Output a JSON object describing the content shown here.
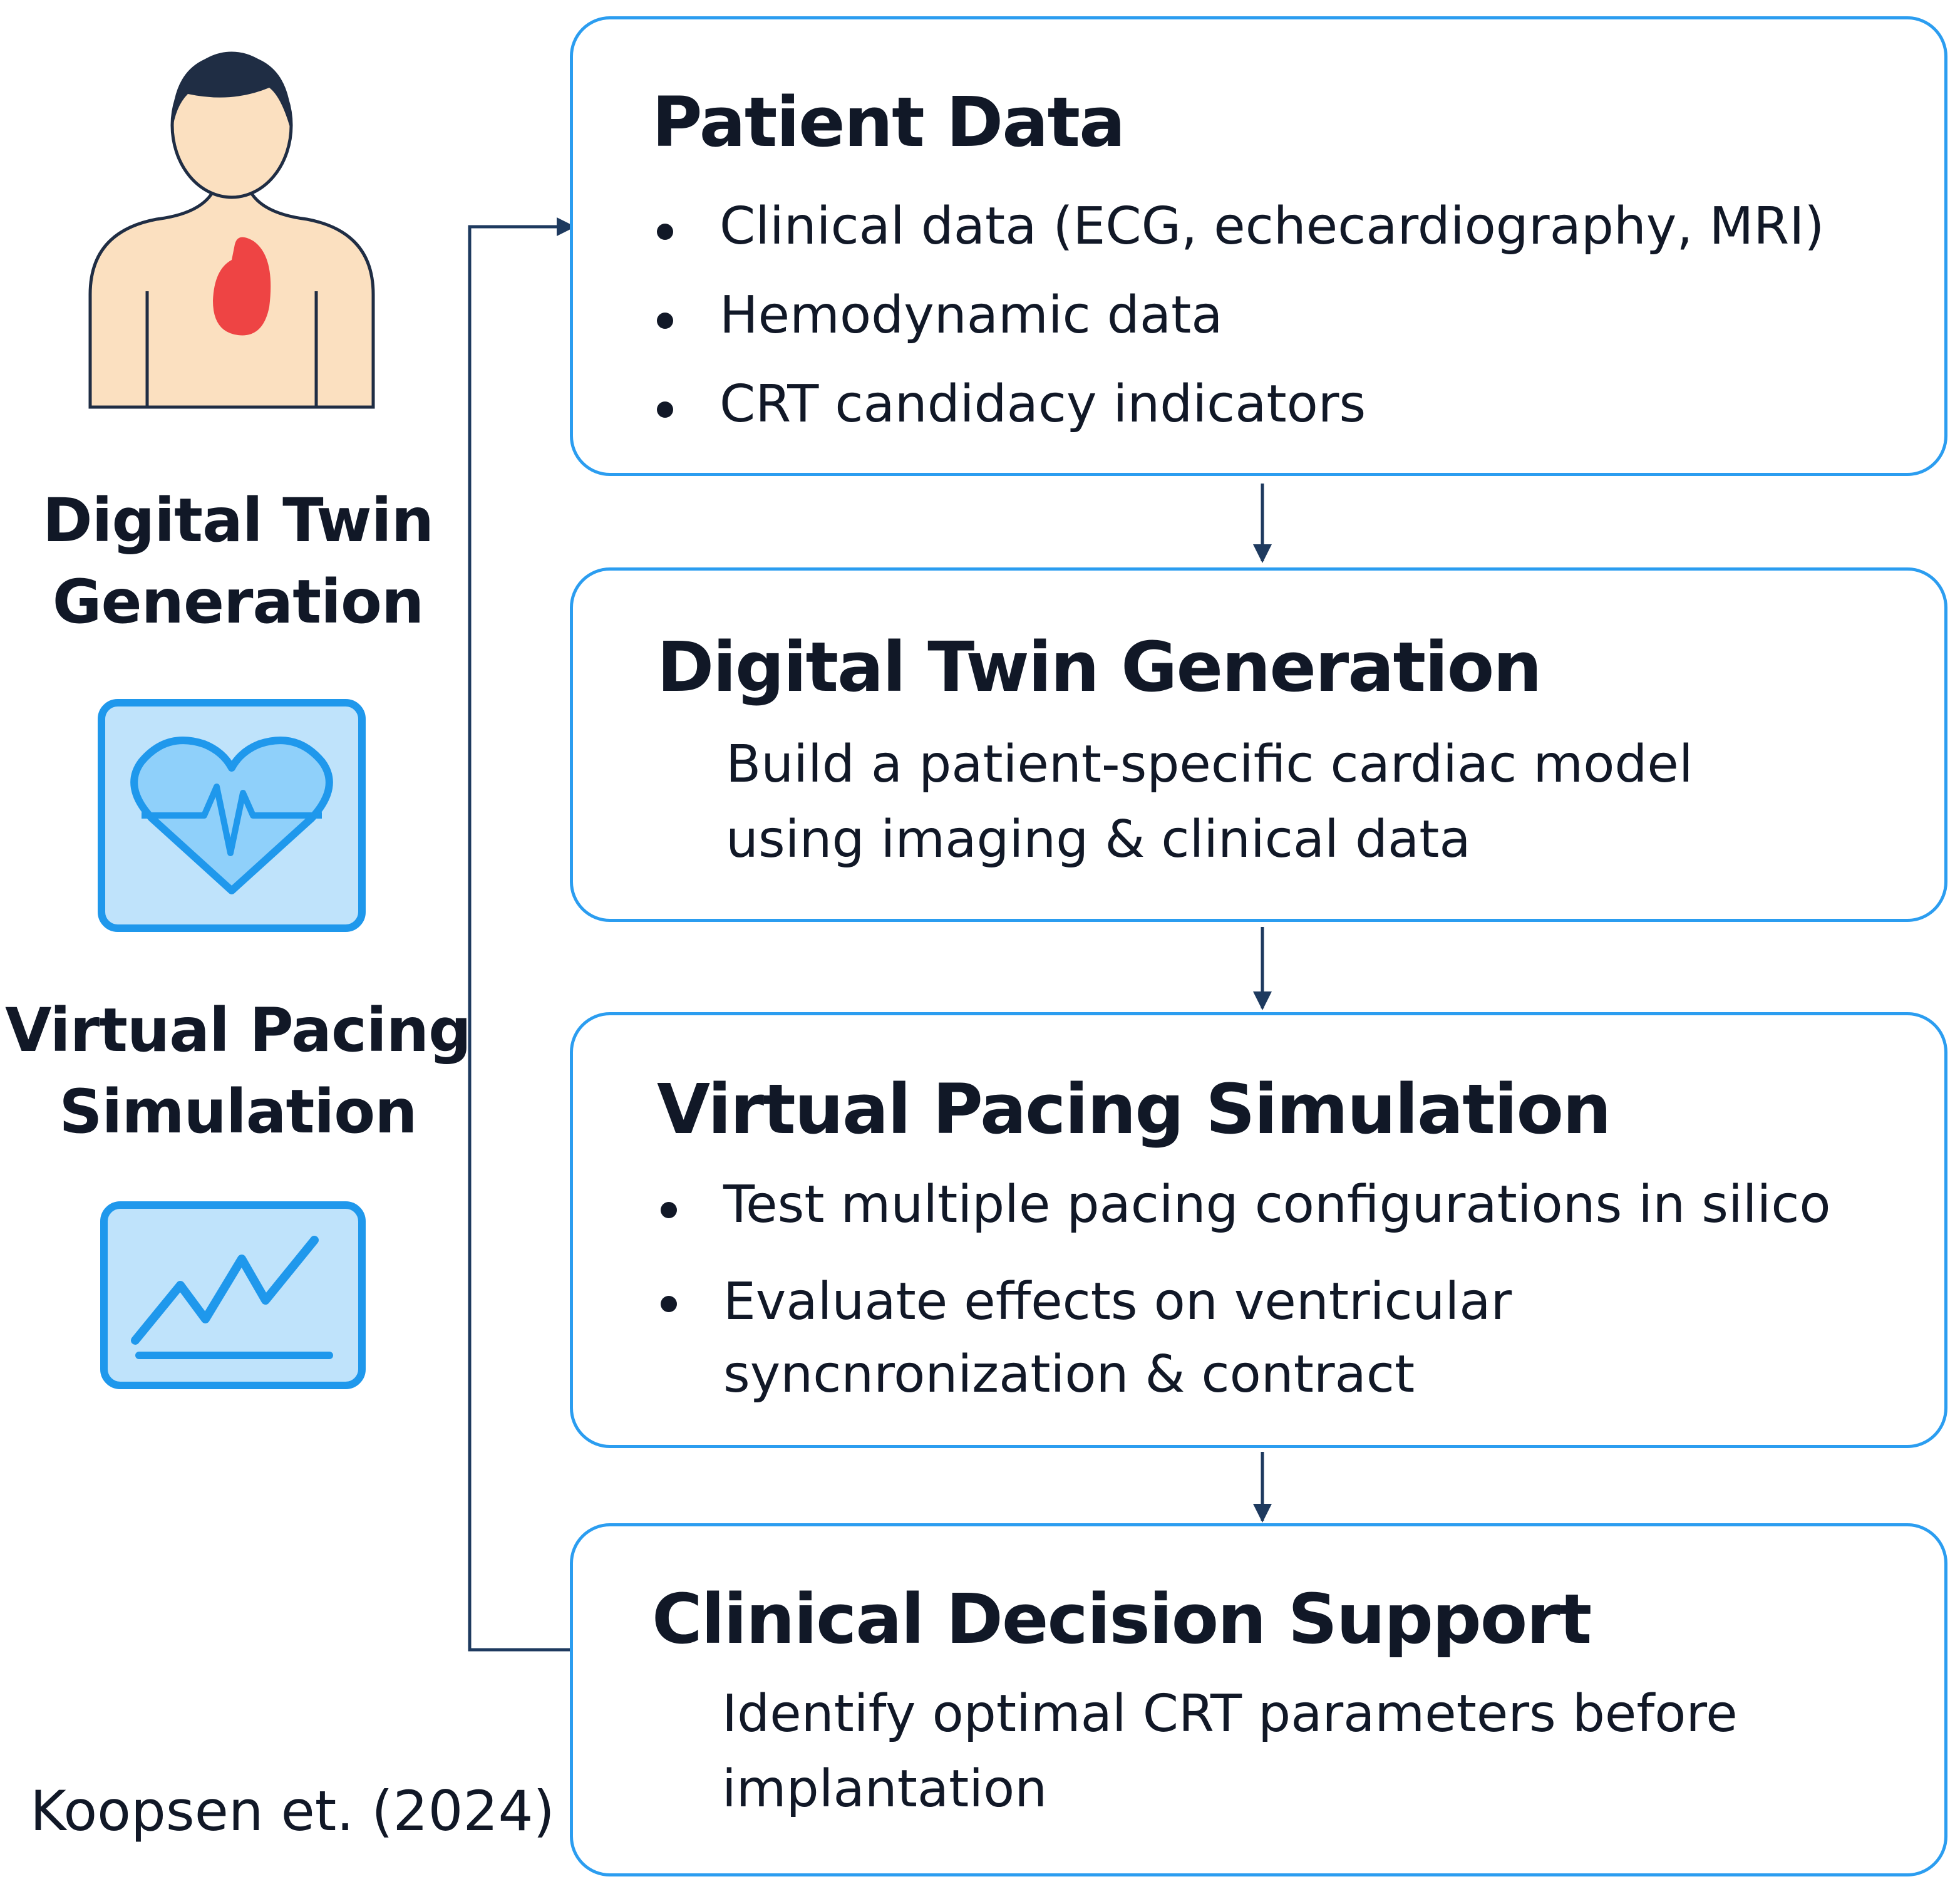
{
  "left_panel": {
    "title_1": [
      "Digital Twin",
      "Generation"
    ],
    "title_2": [
      "Virtual Pacing",
      "Simulation"
    ],
    "icons": [
      "patient-heart-icon",
      "heart-ecg-icon",
      "line-graph-icon"
    ]
  },
  "boxes": [
    {
      "title": "Patient Data",
      "bullets": [
        "Clinical data (ECG, echecardiography, MRI)",
        "Hemodynamic data",
        "CRT candidacy indicators"
      ]
    },
    {
      "title": "Digital Twin Generation",
      "description": [
        "Build a patient-specific cardiac model",
        "using imaging & clinical data"
      ]
    },
    {
      "title": "Virtual Pacing Simulation",
      "bullets": [
        "Test multiple pacing configurations in silico"
      ],
      "bullet_wrapped": [
        "Evaluate effects on ventricular",
        "syncnronization & contract"
      ]
    },
    {
      "title": "Clinical Decision Support",
      "description": [
        "Identify optimal CRT parameters before",
        "implantation"
      ]
    }
  ],
  "citation": "Koopsen et. (2024)",
  "colors": {
    "box_border": "#2b9df0",
    "arrow": "#1e3a5f",
    "icon_fill": "#bfe3fb",
    "icon_stroke": "#1f98ec",
    "skin": "#fbe0c0",
    "hair": "#1f2d44",
    "heart": "#ee4444"
  }
}
